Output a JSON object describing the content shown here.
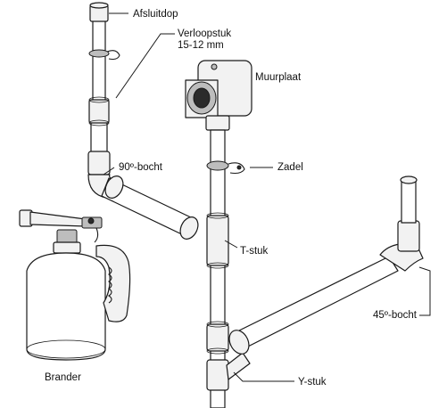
{
  "labels": {
    "afsluitdop": "Afsluitdop",
    "verloopstuk_line1": "Verloopstuk",
    "verloopstuk_line2": "15-12 mm",
    "muurplaat": "Muurplaat",
    "zadel": "Zadel",
    "bocht90": "90º-bocht",
    "tstuk": "T-stuk",
    "brander": "Brander",
    "bocht45": "45º-bocht",
    "ystuk": "Y-stuk"
  }
}
